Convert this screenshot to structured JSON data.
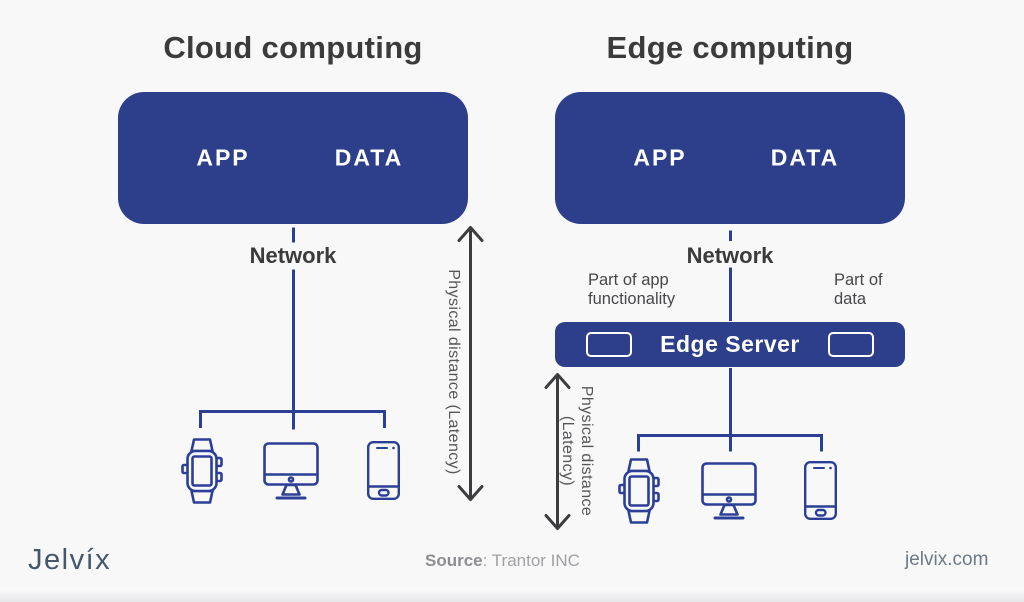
{
  "colors": {
    "accent_blue": "#2d3e8b",
    "line_blue": "#2c3f96",
    "arrow_gray": "#3d3d3f",
    "text_dark": "#3b3b3c",
    "background": "#f8f8f9"
  },
  "cloud": {
    "title": "Cloud computing",
    "app_label": "APP",
    "data_label": "DATA",
    "network_label": "Network",
    "latency_label": "Physical distance (Latency)",
    "devices": [
      "smartwatch",
      "desktop-computer",
      "smartphone"
    ]
  },
  "edge": {
    "title": "Edge computing",
    "app_label": "APP",
    "data_label": "DATA",
    "network_label": "Network",
    "part_of_app": {
      "line1": "Part of app",
      "line2": "functionality"
    },
    "part_of_data": {
      "line1": "Part of",
      "line2": "data"
    },
    "server_label": "Edge Server",
    "latency": {
      "line1": "Physical distance",
      "line2": "(Latency)"
    },
    "devices": [
      "smartwatch",
      "desktop-computer",
      "smartphone"
    ]
  },
  "footer": {
    "logo": "Jelvíx",
    "source_label": "Source",
    "source_rest": ": Trantor INC",
    "website": "jelvix.com"
  }
}
